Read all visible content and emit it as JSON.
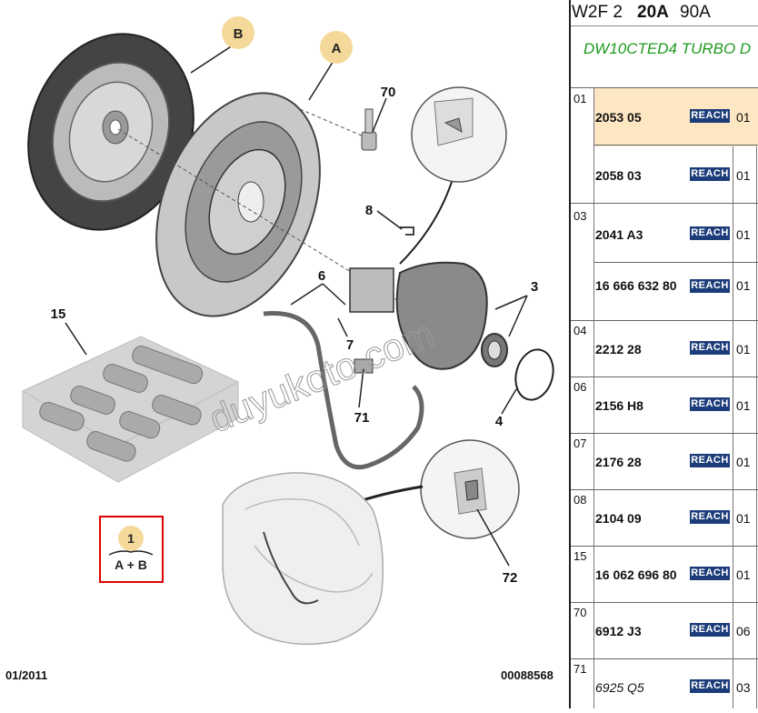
{
  "header": {
    "prefix": "W2F 2",
    "bold": "20A",
    "suffix": "90A"
  },
  "engine": "DW10CTED4 TURBO D",
  "diagram": {
    "callouts": {
      "A": "A",
      "B": "B",
      "1": "1",
      "AB": "A + B"
    },
    "labels": {
      "l70": "70",
      "l8": "8",
      "l6": "6",
      "l3": "3",
      "l15": "15",
      "l7": "7",
      "l71": "71",
      "l4": "4",
      "l72": "72"
    },
    "date": "01/2011",
    "ref": "00088568",
    "watermark": "duyukoto.com"
  },
  "reach_label": "REACH",
  "rows": [
    {
      "group": "01",
      "part": "2053 05",
      "qty": "01",
      "highlight": true,
      "italic": false
    },
    {
      "group": "",
      "part": "2058 03",
      "qty": "01",
      "highlight": false,
      "italic": false
    },
    {
      "group": "03",
      "part": "2041 A3",
      "qty": "01",
      "highlight": false,
      "italic": false
    },
    {
      "group": "",
      "part": "16 666 632 80",
      "qty": "01",
      "highlight": false,
      "italic": false
    },
    {
      "group": "04",
      "part": "2212 28",
      "qty": "01",
      "highlight": false,
      "italic": false
    },
    {
      "group": "06",
      "part": "2156 H8",
      "qty": "01",
      "highlight": false,
      "italic": false
    },
    {
      "group": "07",
      "part": "2176 28",
      "qty": "01",
      "highlight": false,
      "italic": false
    },
    {
      "group": "08",
      "part": "2104 09",
      "qty": "01",
      "highlight": false,
      "italic": false
    },
    {
      "group": "15",
      "part": "16 062 696 80",
      "qty": "01",
      "highlight": false,
      "italic": false
    },
    {
      "group": "70",
      "part": "6912 J3",
      "qty": "06",
      "highlight": false,
      "italic": false
    },
    {
      "group": "71",
      "part": "6925 Q5",
      "qty": "03",
      "highlight": false,
      "italic": true
    }
  ]
}
